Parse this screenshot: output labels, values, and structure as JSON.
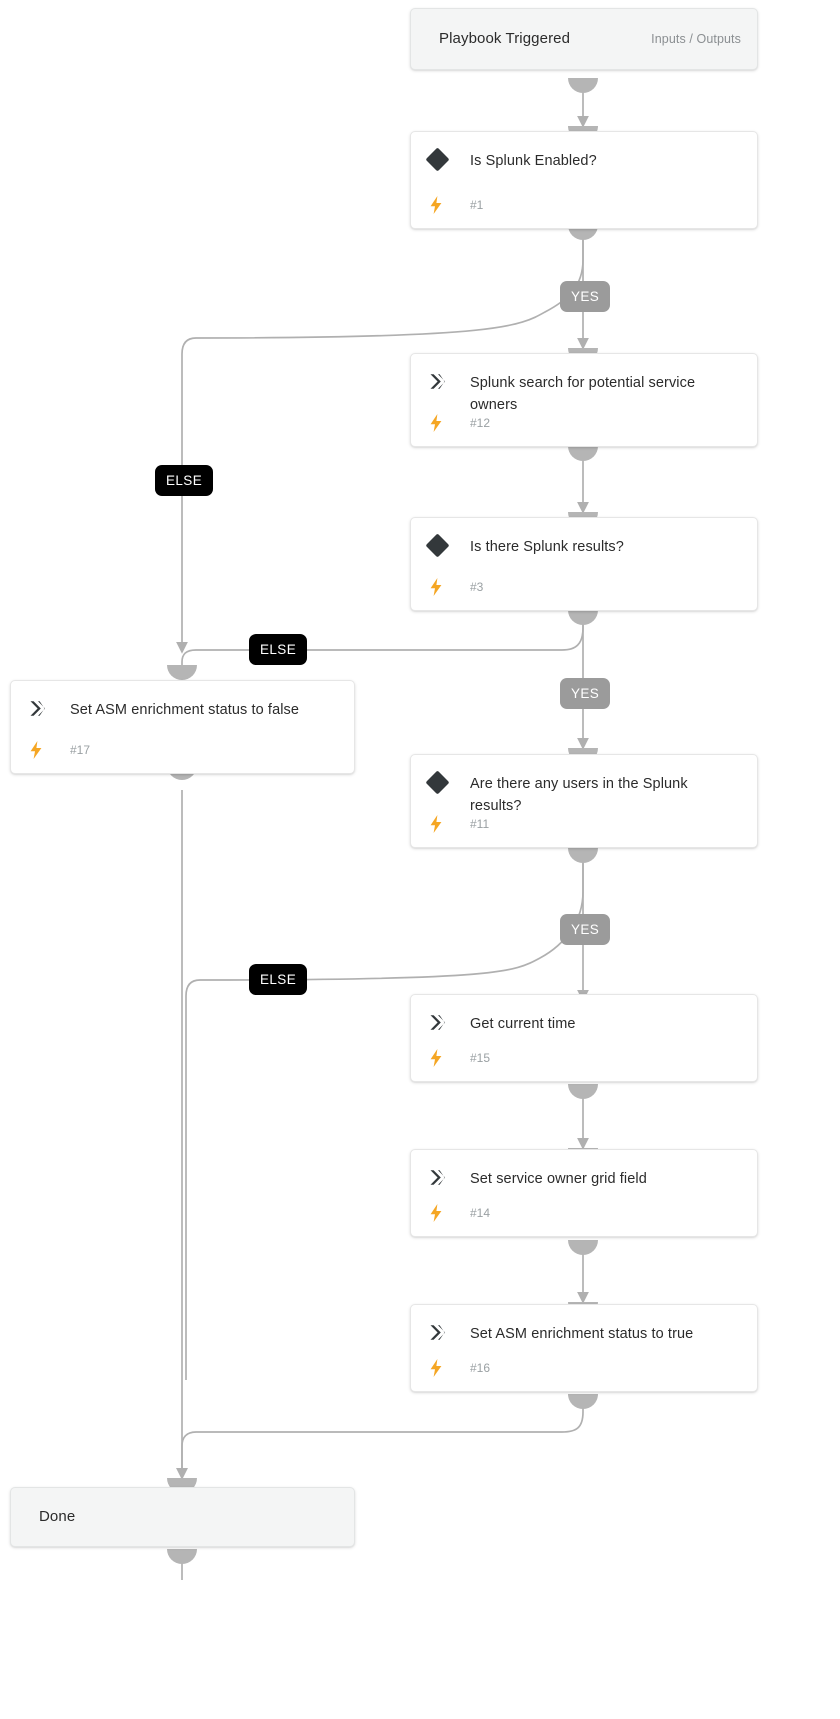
{
  "diagram": {
    "type": "playbook-flow",
    "background": "#ffffff",
    "edge_color": "#b0b0b0",
    "accent_bolt_color": "#f5a623",
    "decision_icon_color": "#33383b",
    "action_icon_color": "#33383b"
  },
  "nodes": [
    {
      "key": "trigger",
      "kind": "terminal",
      "title": "Playbook Triggered",
      "io_label": "Inputs / Outputs",
      "icon": "none",
      "id_label": ""
    },
    {
      "key": "is_splunk_enabled",
      "kind": "decision",
      "title": "Is Splunk Enabled?",
      "icon": "diamond-icon",
      "bolt": "bolt-icon",
      "id_label": "#1"
    },
    {
      "key": "splunk_search",
      "kind": "action",
      "title": "Splunk search for potential service owners",
      "icon": "chevron-right-icon",
      "bolt": "bolt-icon",
      "id_label": "#12"
    },
    {
      "key": "is_there_results",
      "kind": "decision",
      "title": "Is there Splunk results?",
      "icon": "diamond-icon",
      "bolt": "bolt-icon",
      "id_label": "#3"
    },
    {
      "key": "set_asm_false",
      "kind": "action",
      "title": "Set ASM enrichment status to false",
      "icon": "chevron-right-icon",
      "bolt": "bolt-icon",
      "id_label": "#17"
    },
    {
      "key": "any_users",
      "kind": "decision",
      "title": "Are there any users in the Splunk results?",
      "icon": "diamond-icon",
      "bolt": "bolt-icon",
      "id_label": "#11"
    },
    {
      "key": "get_current_time",
      "kind": "action",
      "title": "Get current time",
      "icon": "chevron-right-icon",
      "bolt": "bolt-icon",
      "id_label": "#15"
    },
    {
      "key": "set_grid_field",
      "kind": "action",
      "title": "Set service owner grid field",
      "icon": "chevron-right-icon",
      "bolt": "bolt-icon",
      "id_label": "#14"
    },
    {
      "key": "set_asm_true",
      "kind": "action",
      "title": "Set ASM enrichment status to true",
      "icon": "chevron-right-icon",
      "bolt": "bolt-icon",
      "id_label": "#16"
    },
    {
      "key": "done",
      "kind": "terminal",
      "title": "Done",
      "io_label": "",
      "icon": "none",
      "id_label": ""
    }
  ],
  "badges": [
    {
      "key": "yes_1",
      "label": "YES",
      "style": "yes"
    },
    {
      "key": "else_1",
      "label": "ELSE",
      "style": "else"
    },
    {
      "key": "else_2",
      "label": "ELSE",
      "style": "else"
    },
    {
      "key": "yes_2",
      "label": "YES",
      "style": "yes"
    },
    {
      "key": "else_3",
      "label": "ELSE",
      "style": "else"
    },
    {
      "key": "yes_3",
      "label": "YES",
      "style": "yes"
    }
  ]
}
